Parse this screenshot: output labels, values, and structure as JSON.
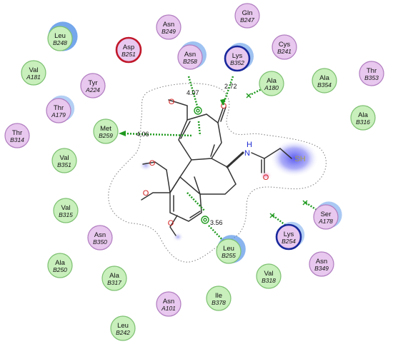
{
  "colors": {
    "polar_fill": "#e8c8ee",
    "polar_stroke": "#b07cc0",
    "hydrophobic_fill": "#c8efbc",
    "hydrophobic_stroke": "#7cc070",
    "acidic_stroke": "#c0182a",
    "basic_stroke": "#18289c",
    "exposure": "#4f8fe6",
    "interaction_line": "#1f9a1f",
    "oxygen": "#d21e1e",
    "nitrogen": "#1e2ad2",
    "sulfur": "#a8a050",
    "bond": "#333333",
    "contour": "#888888"
  },
  "residues": [
    {
      "name": "Gln",
      "chain": "B247",
      "type": "polar"
    },
    {
      "name": "Asn",
      "chain": "B249",
      "type": "polar"
    },
    {
      "name": "Leu",
      "chain": "B248",
      "type": "hydrophobic",
      "exposure": 0.9
    },
    {
      "name": "Asp",
      "chain": "B251",
      "type": "acidic"
    },
    {
      "name": "Asn",
      "chain": "B258",
      "type": "polar",
      "exposure": 0.5
    },
    {
      "name": "Lys",
      "chain": "B352",
      "type": "basic",
      "exposure": 0.5
    },
    {
      "name": "Cys",
      "chain": "B241",
      "type": "polar"
    },
    {
      "name": "Val",
      "chain": "A181",
      "type": "hydrophobic"
    },
    {
      "name": "Tyr",
      "chain": "A224",
      "type": "polar"
    },
    {
      "name": "Ala",
      "chain": "A180",
      "type": "hydrophobic"
    },
    {
      "name": "Ala",
      "chain": "B354",
      "type": "hydrophobic"
    },
    {
      "name": "Thr",
      "chain": "B353",
      "type": "polar"
    },
    {
      "name": "Thr",
      "chain": "A179",
      "type": "polar",
      "exposure": 0.3
    },
    {
      "name": "Ala",
      "chain": "B316",
      "type": "hydrophobic"
    },
    {
      "name": "Thr",
      "chain": "B314",
      "type": "polar"
    },
    {
      "name": "Met",
      "chain": "B259",
      "type": "hydrophobic"
    },
    {
      "name": "Val",
      "chain": "B351",
      "type": "hydrophobic"
    },
    {
      "name": "Val",
      "chain": "B315",
      "type": "hydrophobic"
    },
    {
      "name": "Ser",
      "chain": "A178",
      "type": "polar",
      "exposure": 0.4
    },
    {
      "name": "Lys",
      "chain": "B254",
      "type": "basic",
      "exposure": 0.3
    },
    {
      "name": "Asn",
      "chain": "B350",
      "type": "polar"
    },
    {
      "name": "Leu",
      "chain": "B255",
      "type": "hydrophobic",
      "exposure": 0.7
    },
    {
      "name": "Asn",
      "chain": "B349",
      "type": "polar"
    },
    {
      "name": "Ala",
      "chain": "B250",
      "type": "hydrophobic"
    },
    {
      "name": "Ala",
      "chain": "B317",
      "type": "hydrophobic"
    },
    {
      "name": "Val",
      "chain": "B318",
      "type": "hydrophobic"
    },
    {
      "name": "Asn",
      "chain": "A101",
      "type": "polar"
    },
    {
      "name": "Ile",
      "chain": "B378",
      "type": "hydrophobic"
    },
    {
      "name": "Leu",
      "chain": "B242",
      "type": "hydrophobic"
    }
  ],
  "interactions": [
    {
      "from": "Asn B258",
      "kind": "arene-H",
      "distance": "4.07"
    },
    {
      "from": "Lys B352",
      "kind": "H-bond acceptor",
      "distance": "2.72"
    },
    {
      "from": "Met B259",
      "kind": "arene-H",
      "distance": "4.06"
    },
    {
      "from": "Leu B255",
      "kind": "arene-H",
      "distance": "3.56"
    },
    {
      "from": "Ala A180",
      "kind": "solvent contact",
      "distance": ""
    },
    {
      "from": "Lys B254",
      "kind": "solvent contact",
      "distance": ""
    },
    {
      "from": "Ser A178",
      "kind": "solvent contact",
      "distance": ""
    }
  ],
  "ligand": {
    "atoms": {
      "oxygen": "O",
      "nitrogen": "N",
      "hydrogen": "H",
      "sulfur": "SH"
    }
  }
}
